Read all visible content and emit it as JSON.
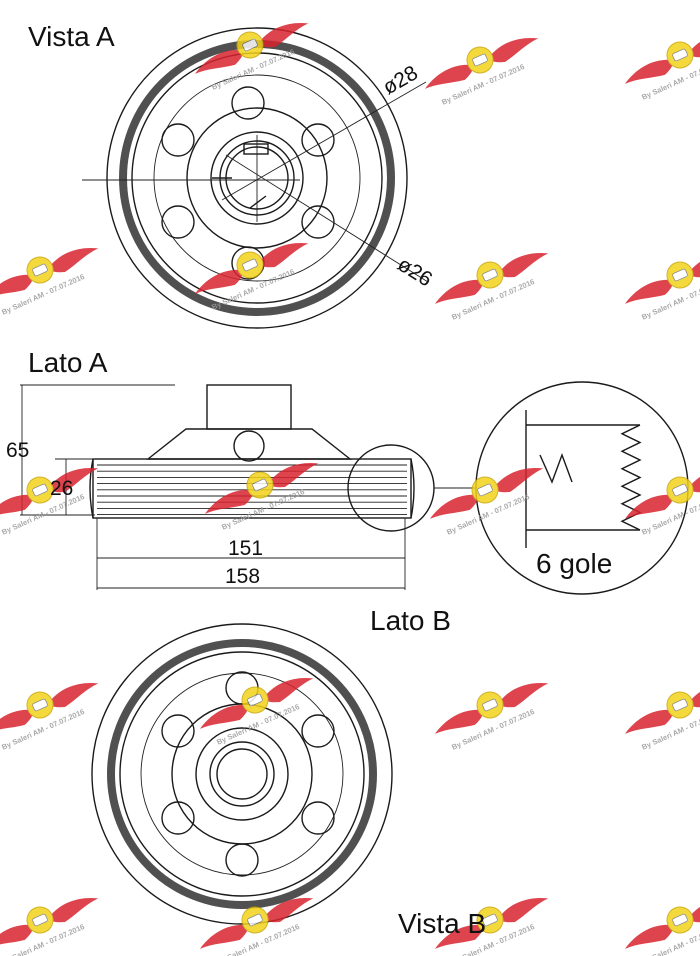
{
  "labels": {
    "view_a": "Vista A",
    "side_a": "Lato A",
    "side_b": "Lato B",
    "view_b": "Vista B",
    "grooves": "6 gole"
  },
  "dimensions": {
    "bore_outer": "ø28",
    "bore_inner": "ø26",
    "height_total": "65",
    "height_pulley": "26",
    "width_inner": "151",
    "width_outer": "158"
  },
  "watermark": {
    "text": "By Saleri AM - 07.07.2016",
    "logo_color": "#d9232d",
    "badge_color": "#f2d21b"
  }
}
